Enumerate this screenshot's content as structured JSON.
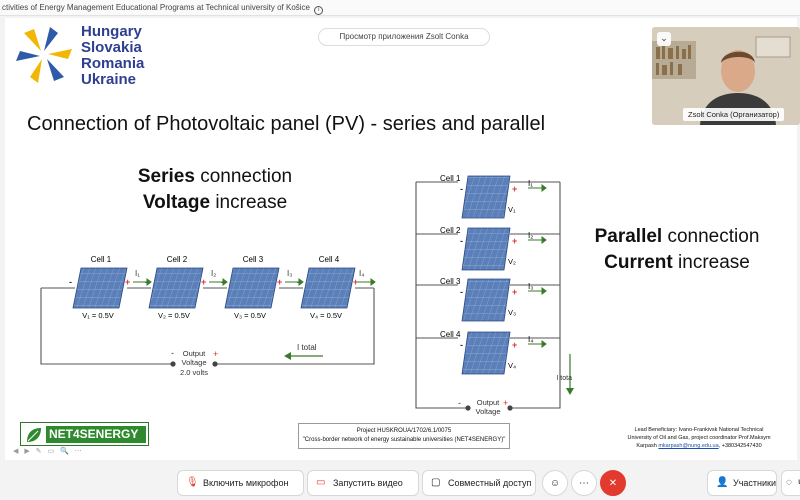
{
  "window": {
    "title_fragment": "ctivities of Energy Management Educational Programs at Technical university of Košice"
  },
  "viewer": {
    "label": "Просмотр приложения Zsolt Conka"
  },
  "logo": {
    "lines": [
      "Hungary",
      "Slovakia",
      "Romania",
      "Ukraine"
    ]
  },
  "slide": {
    "title": "Connection of Photovoltaic panel (PV) -  series and parallel",
    "series": {
      "strong1": "Series",
      "rest1": " connection",
      "strong2": "Voltage",
      "rest2": " increase"
    },
    "parallel": {
      "strong1": "Parallel",
      "rest1": " connection",
      "strong2": "Current",
      "rest2": " increase"
    },
    "series_diagram": {
      "cells": [
        {
          "label": "Cell 1",
          "voltage": "V₁ = 0.5V"
        },
        {
          "label": "Cell 2",
          "voltage": "V₂ = 0.5V"
        },
        {
          "label": "Cell 3",
          "voltage": "V₃ = 0.5V"
        },
        {
          "label": "Cell 4",
          "voltage": "V₄ = 0.5V"
        }
      ],
      "currents": [
        "I₁",
        "I₂",
        "I₃",
        "I₄"
      ],
      "total_current": "I total",
      "output": [
        "Output",
        "Voltage",
        "2.0 volts"
      ]
    },
    "parallel_diagram": {
      "cells": [
        {
          "label": "Cell 1",
          "voltage": "V₁",
          "current": "I₁"
        },
        {
          "label": "Cell 2",
          "voltage": "V₂",
          "current": "I₂"
        },
        {
          "label": "Cell 3",
          "voltage": "V₃",
          "current": "I₃"
        },
        {
          "label": "Cell 4",
          "voltage": "V₄",
          "current": "I₄"
        }
      ],
      "total_current": "I tota",
      "output": [
        "Output",
        "Voltage"
      ]
    },
    "footer_center": [
      "Project HUSKROUA/1702/6.1/0075",
      "\"Cross-border network of energy sustainable universities  (NET4SENERGY)\""
    ],
    "footer_right": {
      "line1": "Lead Beneficiary: Ivano-Frankivsk National Technical",
      "line2": "University of Oil and Gas, project coordinator Prof.Maksym",
      "line3_prefix": "Karpash ",
      "email": "mkarpash@nung.edu.ua",
      "line3_suffix": ", +380342547430"
    },
    "brand": "NET4SENERGY"
  },
  "video": {
    "name": "Zsolt Conka (Организатор)"
  },
  "controls": {
    "mic": "Включить микрофон",
    "video": "Запустить видео",
    "share": "Совместный доступ",
    "participants": "Участники",
    "chat": "Ча"
  },
  "colors": {
    "end_call": "#e23a2e",
    "panel_blue": "#5b7fb8",
    "logo_blue": "#2e3f8f",
    "logo_yellow": "#f2b705",
    "net_green": "#2f8a2f"
  }
}
